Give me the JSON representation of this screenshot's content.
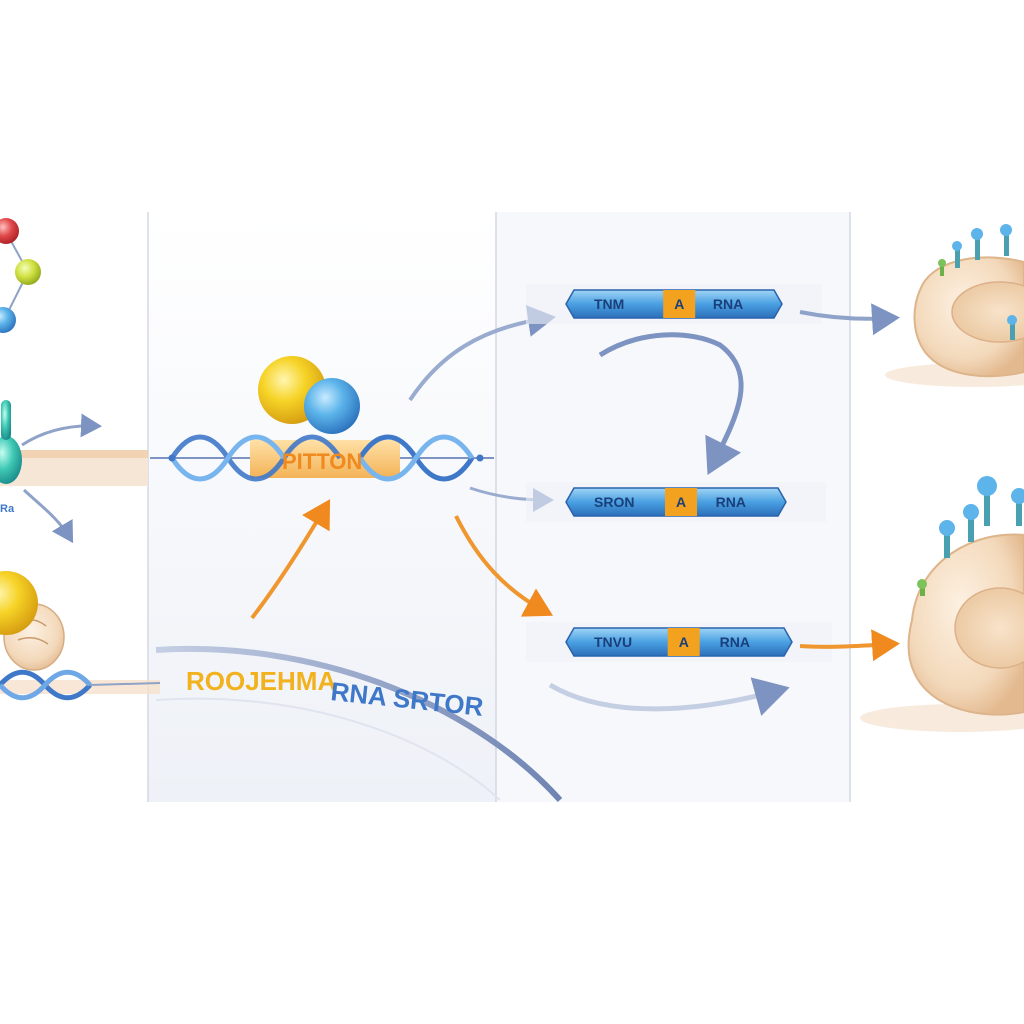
{
  "diagram": {
    "center_label": "PITTON",
    "band_title_part1": "ROOJEHMA",
    "band_title_part2": "RNA SRTOR",
    "side_tag": "Ra",
    "strands": [
      {
        "left": "TNM",
        "mid": "A",
        "right": "RNA"
      },
      {
        "left": "SRON",
        "mid": "A",
        "right": "RNA"
      },
      {
        "left": "TNVU",
        "mid": "A",
        "right": "RNA"
      }
    ]
  },
  "colors": {
    "dna_blue": "#3f78c8",
    "accent_orange": "#f0962e",
    "arrow_gray_blue": "#8fa3c8",
    "cell_beige": "#f3dcc0",
    "label_yellow": "#f2b21e",
    "label_blue": "#3f78c8"
  }
}
